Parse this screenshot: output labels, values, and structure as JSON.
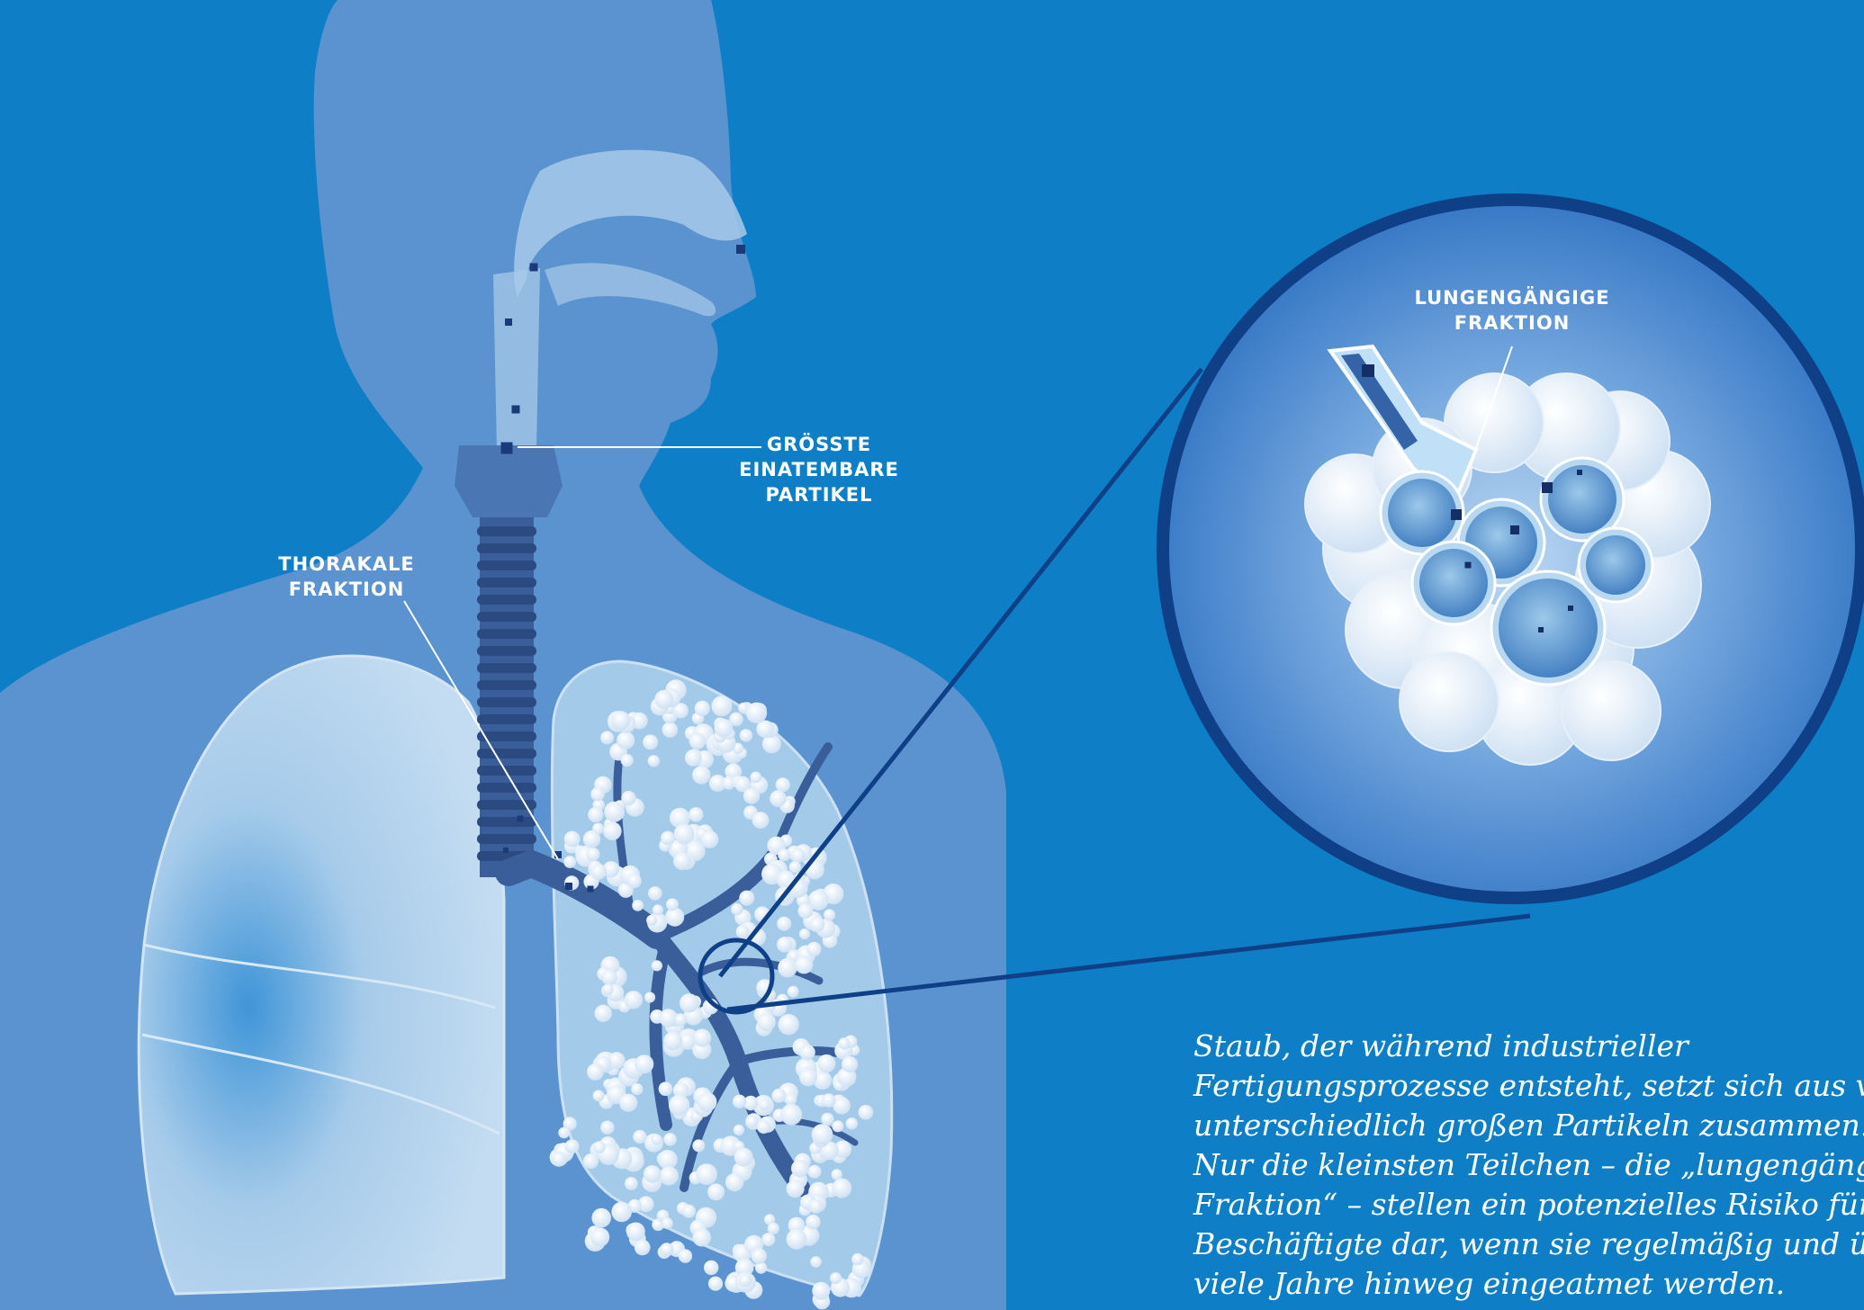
{
  "labels": {
    "largest_particles": [
      "GRÖSSTE",
      "EINATEMBARE",
      "PARTIKEL"
    ],
    "thoracic": [
      "THORAKALE",
      "FRAKTION"
    ],
    "respirable": [
      "LUNGENGÄNGIGE",
      "FRAKTION"
    ]
  },
  "caption": [
    "Staub, der während industrieller",
    "Fertigungsprozesse entsteht, setzt sich aus vielen",
    "unterschiedlich großen Partikeln zusammen.",
    "Nur die kleinsten Teilchen – die „lungengängige",
    "Fraktion“ – stellen ein potenzielles Risiko für",
    "Beschäftigte dar, wenn sie regelmäßig und über",
    "viele Jahre hinweg eingeatmet werden."
  ],
  "colors": {
    "background": "#0e7fc6",
    "body": "#5a93cf",
    "lung": "#a9cdec",
    "airway": "#3a5e99",
    "magnifier_ring": "#0f3f86",
    "callout_line": "#0f3f86",
    "alveoli": "#f2f8fd"
  }
}
